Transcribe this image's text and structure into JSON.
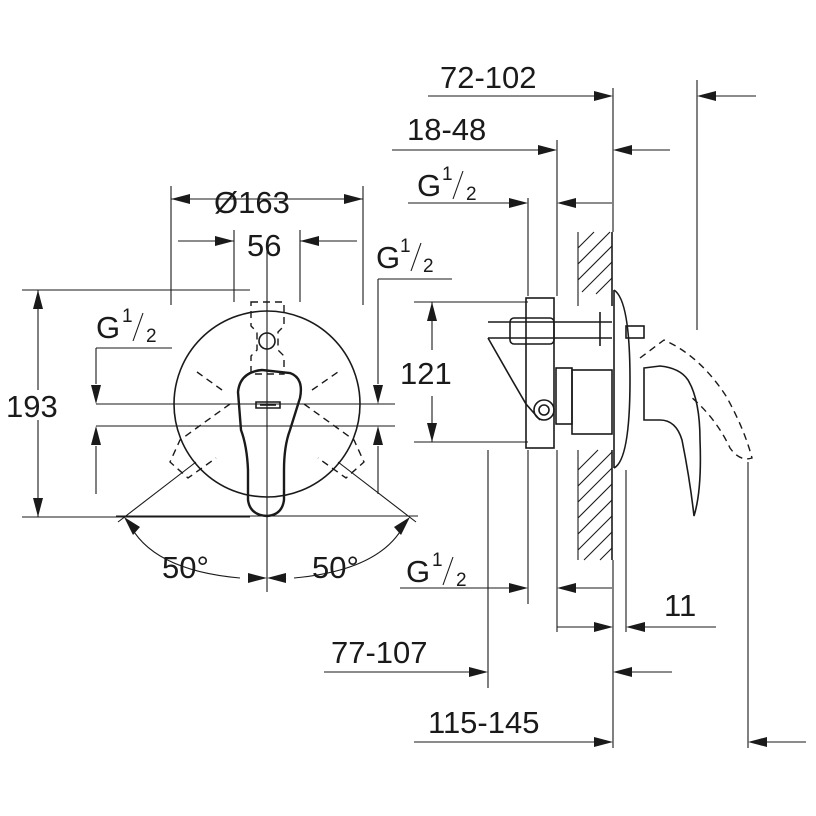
{
  "front_view": {
    "diameter": "Ø163",
    "width_56": "56",
    "height_193": "193",
    "thread_right": {
      "main": "G",
      "num": "1",
      "den": "2"
    },
    "thread_left": {
      "main": "G",
      "num": "1",
      "den": "2"
    },
    "angle_left": "50°",
    "angle_right": "50°"
  },
  "side_view": {
    "dim_72_102": "72-102",
    "dim_18_48": "18-48",
    "dim_121": "121",
    "dim_11": "11",
    "dim_77_107": "77-107",
    "dim_115_145": "115-145",
    "thread_top": {
      "main": "G",
      "num": "1",
      "den": "2"
    },
    "thread_bottom": {
      "main": "G",
      "num": "1",
      "den": "2"
    }
  }
}
